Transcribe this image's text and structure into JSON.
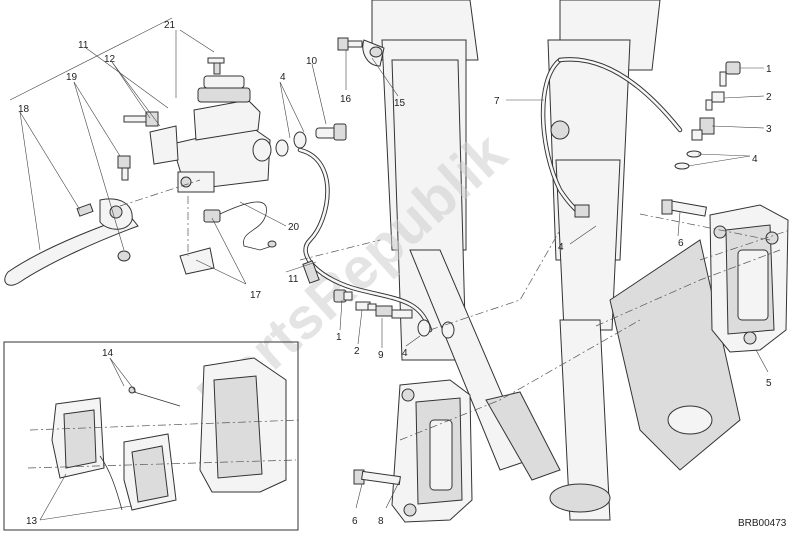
{
  "diagram": {
    "watermark": "PartsRepublik",
    "code": "BRB00473",
    "callouts": [
      {
        "id": "c18",
        "text": "18"
      },
      {
        "id": "c11a",
        "text": "11"
      },
      {
        "id": "c12",
        "text": "12"
      },
      {
        "id": "c19",
        "text": "19"
      },
      {
        "id": "c21",
        "text": "21"
      },
      {
        "id": "c4a",
        "text": "4"
      },
      {
        "id": "c10",
        "text": "10"
      },
      {
        "id": "c16",
        "text": "16"
      },
      {
        "id": "c15",
        "text": "15"
      },
      {
        "id": "c7",
        "text": "7"
      },
      {
        "id": "c1a",
        "text": "1"
      },
      {
        "id": "c2a",
        "text": "2"
      },
      {
        "id": "c3",
        "text": "3"
      },
      {
        "id": "c4b",
        "text": "4"
      },
      {
        "id": "c20",
        "text": "20"
      },
      {
        "id": "c11b",
        "text": "11"
      },
      {
        "id": "c17",
        "text": "17"
      },
      {
        "id": "c4c",
        "text": "4"
      },
      {
        "id": "c6a",
        "text": "6"
      },
      {
        "id": "c1b",
        "text": "1"
      },
      {
        "id": "c2b",
        "text": "2"
      },
      {
        "id": "c9",
        "text": "9"
      },
      {
        "id": "c4d",
        "text": "4"
      },
      {
        "id": "c5",
        "text": "5"
      },
      {
        "id": "c14",
        "text": "14"
      },
      {
        "id": "c13",
        "text": "13"
      },
      {
        "id": "c6b",
        "text": "6"
      },
      {
        "id": "c8",
        "text": "8"
      }
    ]
  }
}
